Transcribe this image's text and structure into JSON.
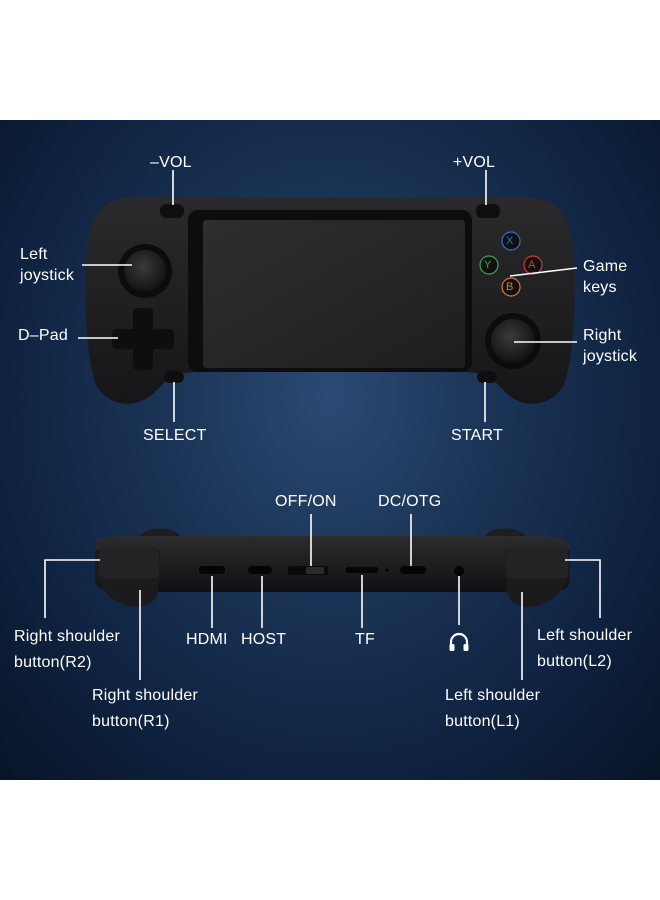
{
  "labels": {
    "minus_vol": "–VOL",
    "plus_vol": "+VOL",
    "left_joystick": [
      "Left",
      "joystick"
    ],
    "game_keys": [
      "Game",
      "keys"
    ],
    "dpad": "D–Pad",
    "right_joystick": [
      "Right",
      "joystick"
    ],
    "select": "SELECT",
    "start": "START",
    "off_on": "OFF/ON",
    "dc_otg": "DC/OTG",
    "hdmi": "HDMI",
    "host": "HOST",
    "tf": "TF",
    "right_shoulder_r2": [
      "Right shoulder",
      "button(R2)"
    ],
    "right_shoulder_r1": [
      "Right shoulder",
      "button(R1)"
    ],
    "left_shoulder_l2": [
      "Left shoulder",
      "button(L2)"
    ],
    "left_shoulder_l1": [
      "Left shoulder",
      "button(L1)"
    ]
  },
  "face_buttons": {
    "x": "X",
    "y": "Y",
    "a": "A",
    "b": "B"
  },
  "colors": {
    "x": "#2f6fd0",
    "y": "#3aa655",
    "a": "#d23a2f",
    "b": "#e07a22",
    "background": "#12284a",
    "device": "#1c1c1e"
  },
  "icons": {
    "headphone": "headphone-icon"
  }
}
